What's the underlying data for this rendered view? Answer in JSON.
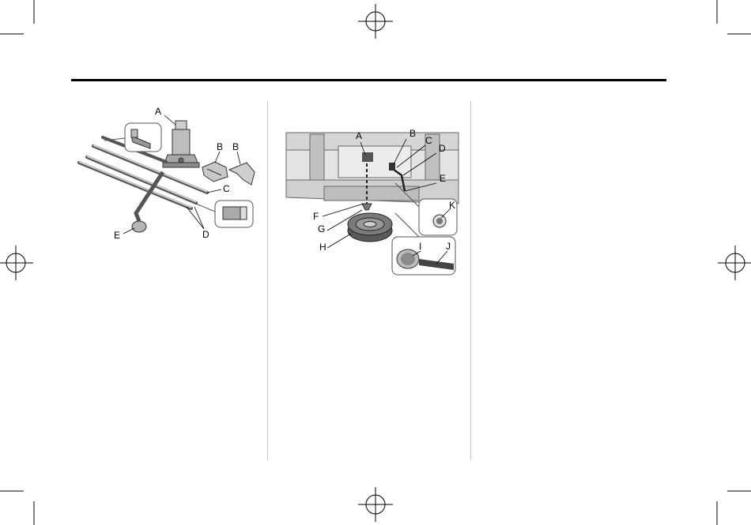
{
  "figure_left": {
    "labels": {
      "A": "A",
      "B1": "B",
      "B2": "B",
      "C": "C",
      "D": "D",
      "E": "E"
    }
  },
  "figure_right": {
    "labels": {
      "A": "A",
      "B": "B",
      "C": "C",
      "D": "D",
      "E": "E",
      "F": "F",
      "G": "G",
      "H": "H",
      "I": "I",
      "J": "J",
      "K": "K"
    }
  }
}
